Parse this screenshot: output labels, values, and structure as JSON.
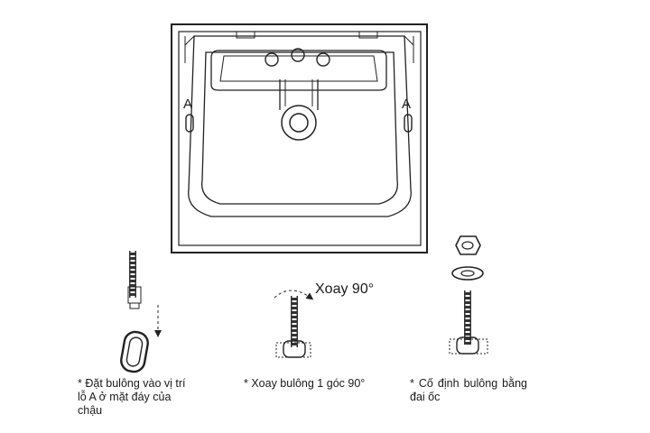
{
  "markers": {
    "left": "A",
    "right": "A"
  },
  "rotate_label": "Xoay 90°",
  "steps": [
    {
      "caption": "* Đặt bulông vào vị trí lỗ A ở mặt đáy của chậu"
    },
    {
      "caption": "* Xoay bulông 1 góc 90°"
    },
    {
      "caption": "* Cố định bulông bằng đai ốc"
    }
  ]
}
